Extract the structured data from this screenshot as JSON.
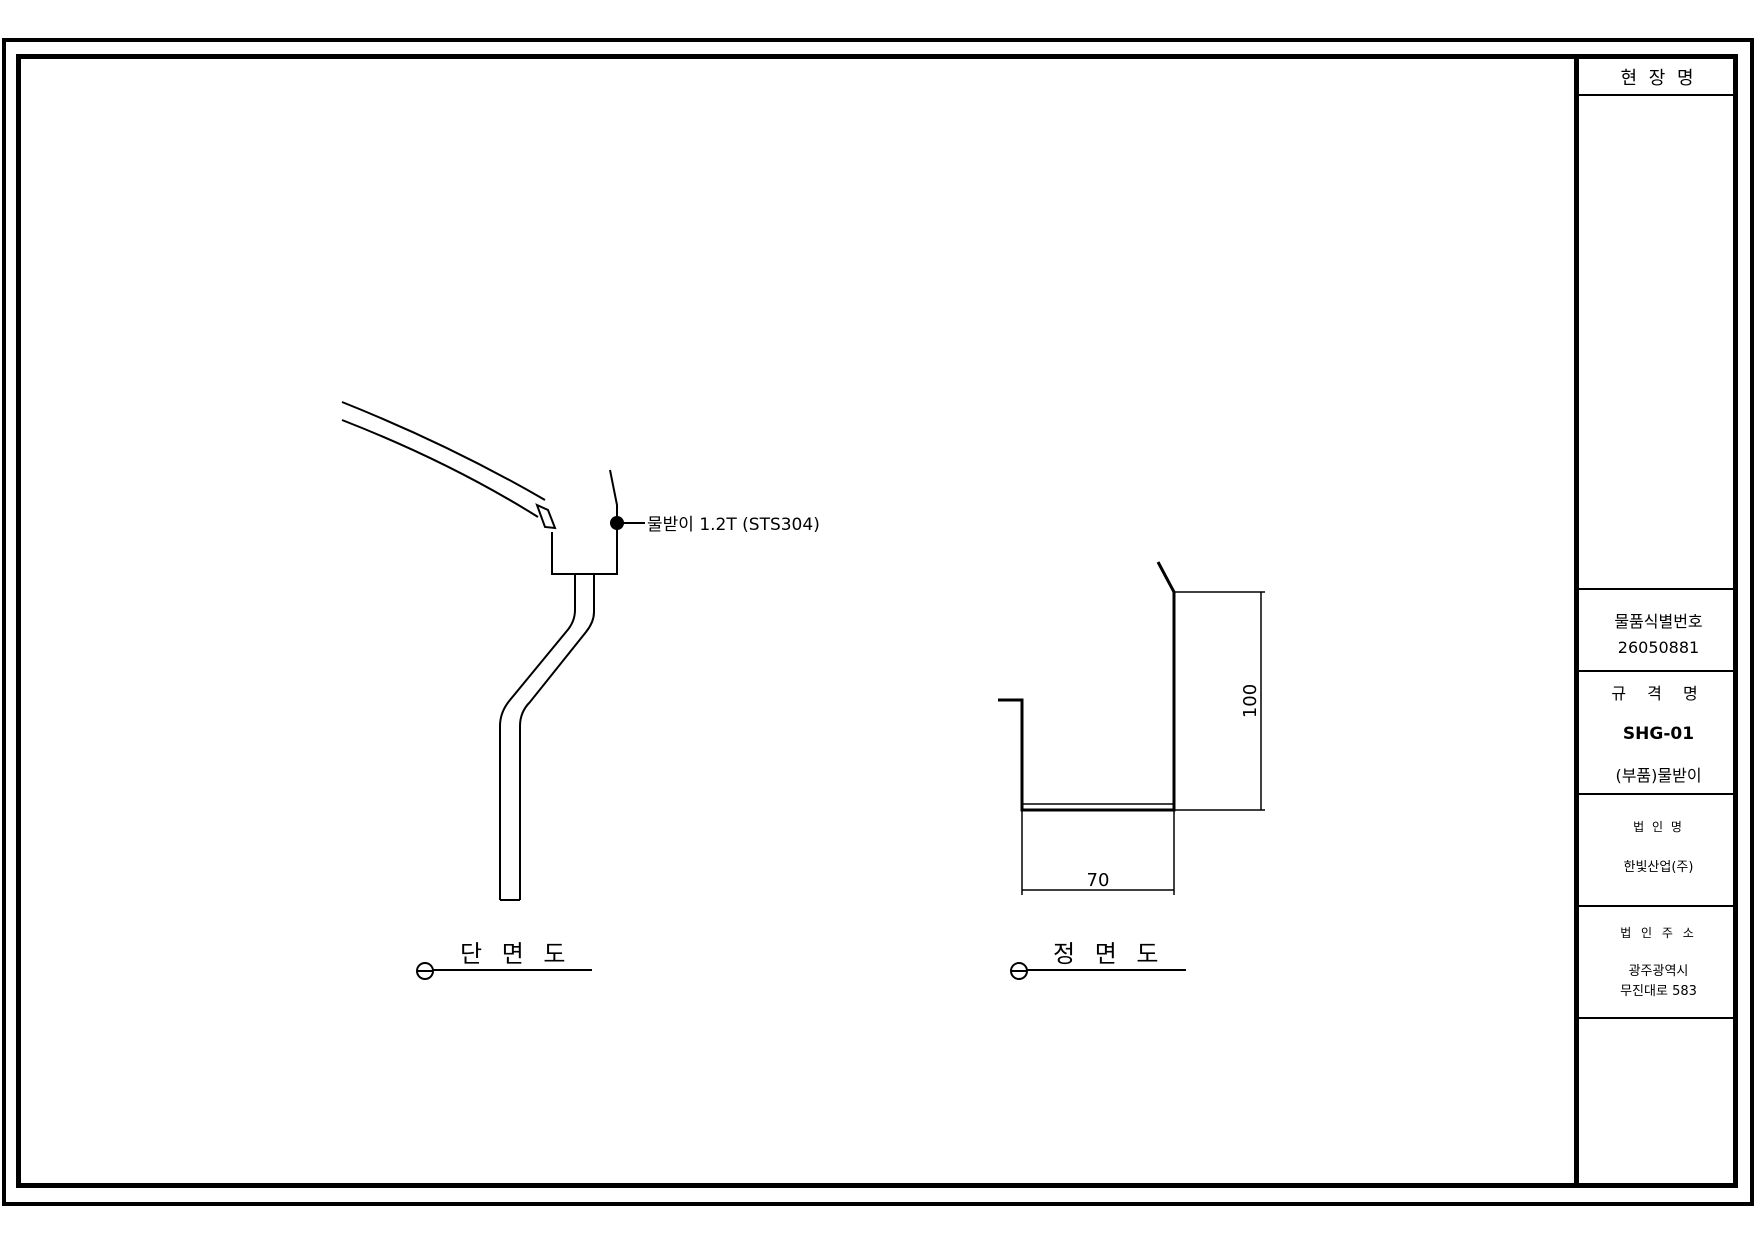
{
  "views": {
    "section": {
      "title": "단 면 도",
      "callout": "물받이 1.2T (STS304)"
    },
    "front": {
      "title": "정 면 도",
      "dim_width": "70",
      "dim_height": "100"
    }
  },
  "title_block": {
    "site_label": "현 장 명",
    "id_label": "물품식별번호",
    "id_value": "26050881",
    "spec_label": "규 격 명",
    "spec_code": "SHG-01",
    "spec_name": "(부품)물받이",
    "company_label": "법 인 명",
    "company_value": "한빛산업(주)",
    "address_label": "법 인 주 소",
    "address_line1": "광주광역시",
    "address_line2": "무진대로 583"
  }
}
